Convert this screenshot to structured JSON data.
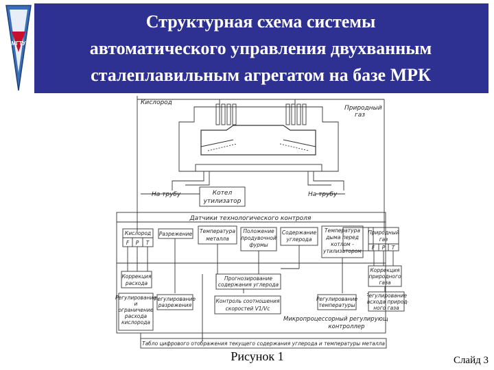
{
  "header": {
    "title_lines": [
      "Структурная схема системы",
      "автоматического управления двухванным",
      "сталеплавильным агрегатом на базе МРК"
    ],
    "logo_text": "МГТУ"
  },
  "diagram": {
    "labels": {
      "oxygen": "Кислород",
      "natural_gas_1": "Природный",
      "natural_gas_2": "газ",
      "to_stack_left": "На трубу",
      "to_stack_right": "На трубу",
      "boiler_1": "Котел",
      "boiler_2": "утилизатор",
      "sensors_title": "Датчики технологического контроля",
      "s_oxygen": "Кислород",
      "s_vacuum": "Разрежение",
      "s_metal_temp_1": "Температура",
      "s_metal_temp_2": "металла",
      "s_lance_1": "Положение",
      "s_lance_2": "продувочной",
      "s_lance_3": "фурмы",
      "s_carbon_1": "Содержание",
      "s_carbon_2": "углерода",
      "s_smoke_1": "Температура",
      "s_smoke_2": "дыма перед",
      "s_smoke_3": "котлом -",
      "s_smoke_4": "утилизатором",
      "s_gas_1": "Природный",
      "s_gas_2": "газ",
      "fpt_f": "F",
      "fpt_p": "P",
      "fpt_t": "T",
      "corr_flow_1": "Коррекция",
      "corr_flow_2": "расхода",
      "predict_1": "Прогнозирование",
      "predict_2": "содержания углерода",
      "corr_gas_1": "Коррекция",
      "corr_gas_2": "природного",
      "corr_gas_3": "газа",
      "reg_oxy_1": "Регулирование",
      "reg_oxy_2": "и",
      "reg_oxy_3": "ограничение",
      "reg_oxy_4": "расхода",
      "reg_oxy_5": "кислорода",
      "reg_vac_1": "Регулирование",
      "reg_vac_2": "разрежения",
      "speed_1": "Контроль соотношения",
      "speed_2": "скоростей V1/Vc",
      "reg_temp_1": "Регулирование",
      "reg_temp_2": "температуры",
      "reg_gas_1": "Регулирование",
      "reg_gas_2": "расхода природ-",
      "reg_gas_3": "ного газа",
      "mpc_1": "Микропроцессорный регулирующий",
      "mpc_2": "контроллер",
      "display": "Табло цифрового отображения текущего содержания углерода и температуры металла"
    }
  },
  "caption": "Рисунок 1",
  "slide_number": "Слайд 3"
}
